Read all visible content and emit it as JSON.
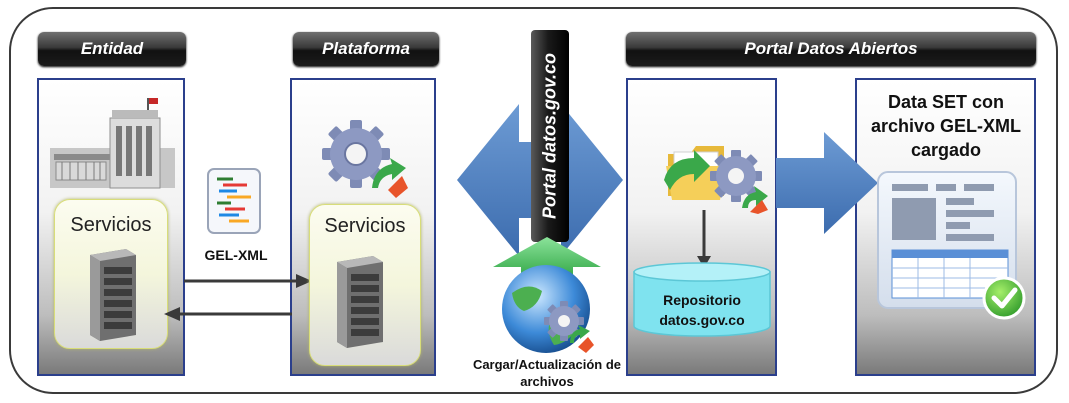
{
  "headers": {
    "entidad": "Entidad",
    "plataforma": "Plataforma",
    "portal_datos_abiertos": "Portal Datos Abiertos",
    "portal_datos_gov": "Portal datos.gov.co"
  },
  "servicios_entidad": "Servicios",
  "servicios_plataforma": "Servicios",
  "gel_xml_label": "GEL-XML",
  "cargar_label": "Cargar/Actualización de archivos",
  "repositorio_label": "Repositorio datos.gov.co",
  "dataset_label": "Data SET con archivo GEL-XML cargado",
  "colors": {
    "panel_border": "#2b3f8c",
    "arrow_blue": "#4a7ebb",
    "upload_green": "#3cb44a",
    "repo_cyan": "#7fe3ef",
    "header_dark": "#1b1b1b"
  }
}
